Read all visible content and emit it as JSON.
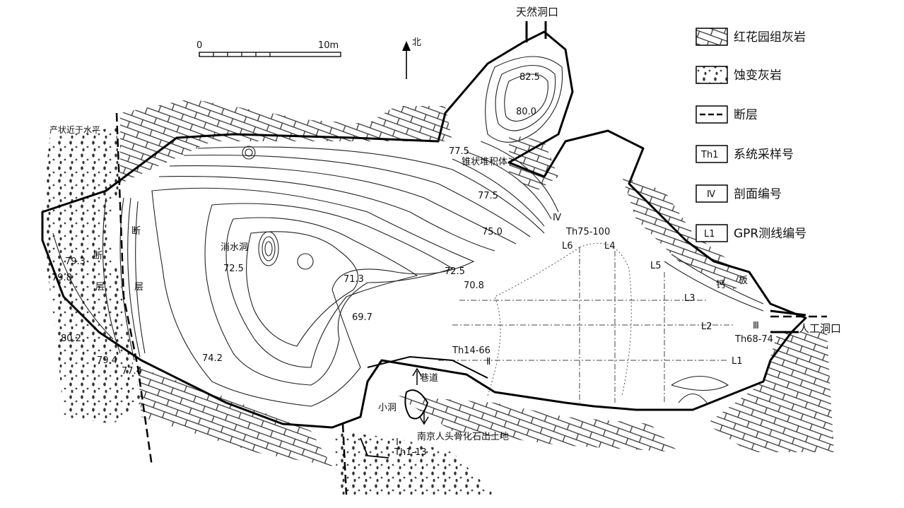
{
  "scale_bar": {
    "start": "0",
    "end": "10m"
  },
  "north": {
    "label": "北"
  },
  "legend": [
    {
      "key": "limestone",
      "label": "红花园组灰岩"
    },
    {
      "key": "altered",
      "label": "蚀变灰岩"
    },
    {
      "key": "fault",
      "label": "断层"
    },
    {
      "key": "sample",
      "symbol": "Th1",
      "label": "系统采样号"
    },
    {
      "key": "section",
      "symbol": "Ⅳ",
      "label": "剖面编号"
    },
    {
      "key": "gpr",
      "symbol": "L1",
      "label": "GPR测线编号"
    }
  ],
  "places": {
    "natural_entrance": "天然洞口",
    "artificial_entrance": "人工洞口",
    "bedding": "产状近于水平",
    "cone": "锥状堆积体",
    "sinkhole": "消水洞",
    "corridor": "巷道",
    "small_cave": "小洞",
    "fossil_site": "南京人头骨化石出土地",
    "fault_left_1": "断",
    "fault_left_2": "层",
    "fault_right_1": "断",
    "fault_right_2": "层",
    "slab_1": "钙",
    "slab_2": "板"
  },
  "elevations": [
    "82.5",
    "80.0",
    "77.5",
    "77.5",
    "75.0",
    "72.5",
    "72.5",
    "71.3",
    "70.8",
    "69.7",
    "74.2",
    "79.3",
    "79.8",
    "80.2",
    "79.4",
    "77.4"
  ],
  "samples": [
    "Th75-100",
    "Th14-66",
    "Th68-74",
    "Th1-13"
  ],
  "sections": [
    "Ⅳ",
    "Ⅱ",
    "Ⅲ",
    "Ⅰ"
  ],
  "gpr_lines": [
    "L6",
    "L4",
    "L5",
    "L3",
    "L2",
    "L1"
  ]
}
